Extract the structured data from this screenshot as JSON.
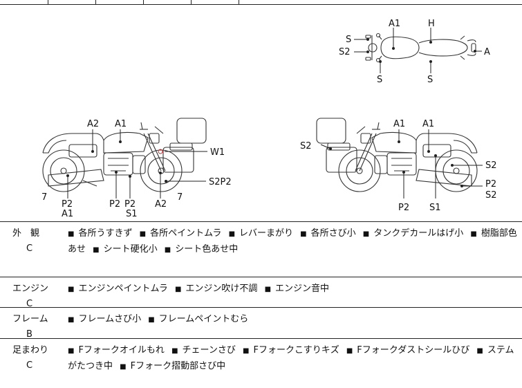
{
  "diagram": {
    "labels": {
      "top": [
        "A1",
        "H",
        "S",
        "S2",
        "A",
        "S",
        "S"
      ],
      "left": [
        "A2",
        "A1",
        "W1",
        "S2P2",
        "7",
        "7",
        "P2",
        "A1",
        "P2",
        "P2",
        "A2",
        "S1"
      ],
      "right": [
        "S2",
        "A1",
        "A1",
        "S2",
        "P2",
        "S2",
        "P2",
        "S1"
      ]
    }
  },
  "sections": [
    {
      "name": "外　観",
      "grade": "C",
      "notes": [
        "各所うすきず",
        "各所ペイントムラ",
        "レバーまがり",
        "各所さび小",
        "タンクデカールはげ小",
        "樹脂部色あせ",
        "シート硬化小",
        "シート色あせ中"
      ]
    },
    {
      "name": "エンジン",
      "grade": "C",
      "notes": [
        "エンジンペイントムラ",
        "エンジン吹け不調",
        "エンジン音中"
      ]
    },
    {
      "name": "フレーム",
      "grade": "B",
      "notes": [
        "フレームさび小",
        "フレームペイントむら"
      ]
    },
    {
      "name": "足まわり",
      "grade": "C",
      "notes": [
        "Fフォークオイルもれ",
        "チェーンさび",
        "Fフォークこすりキズ",
        "Fフォークダストシールひび",
        "ステムがたつき中",
        "Fフォーク摺動部さび中"
      ]
    }
  ]
}
